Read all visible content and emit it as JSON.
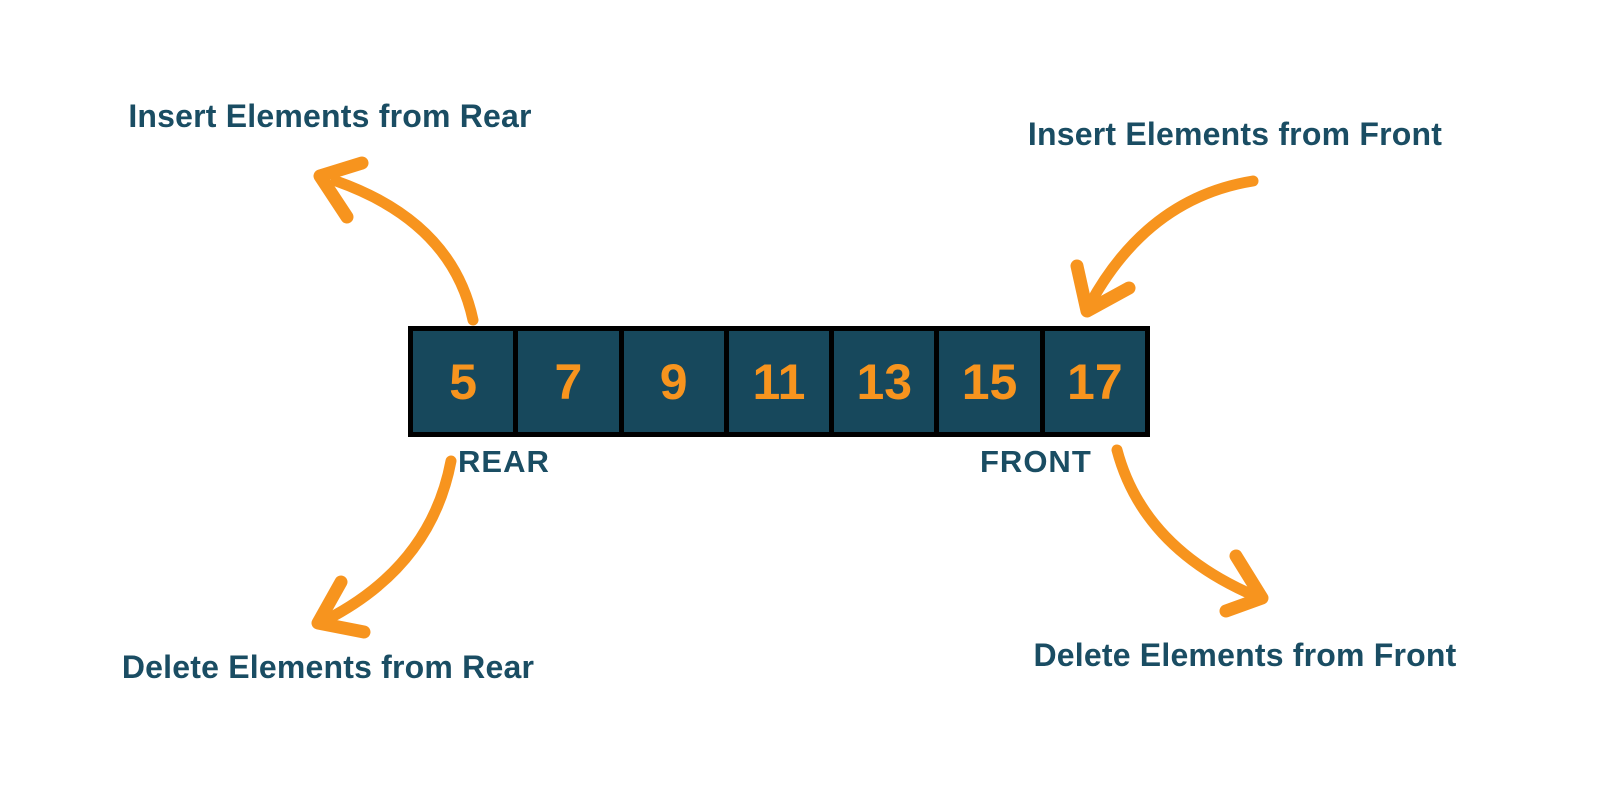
{
  "colors": {
    "background": "#ffffff",
    "accent_orange": "#f7941e",
    "text_teal": "#1a4d63",
    "cell_fill": "#17485c",
    "cell_border": "#000000"
  },
  "deque": {
    "cells": [
      "5",
      "7",
      "9",
      "11",
      "13",
      "15",
      "17"
    ],
    "rear_label": "REAR",
    "front_label": "FRONT"
  },
  "annotations": {
    "insert_rear": "Insert Elements from Rear",
    "insert_front": "Insert Elements from Front",
    "delete_rear": "Delete Elements from Rear",
    "delete_front": "Delete Elements from Front"
  }
}
